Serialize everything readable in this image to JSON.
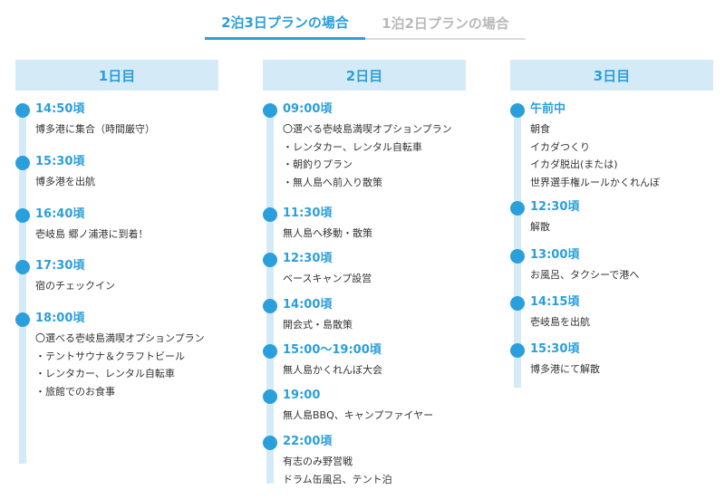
{
  "tabs": [
    {
      "label": "2泊3日プランの場合",
      "active": true
    },
    {
      "label": "1泊2日プランの場合",
      "active": false
    }
  ],
  "colors": {
    "accent": "#2b9fdb",
    "header_bg": "#d4ebf7",
    "inactive_tab": "#b9b9b9"
  },
  "days": [
    {
      "header": "1日目",
      "events": [
        {
          "time": "14:50頃",
          "lines": [
            "博多港に集合（時間厳守）"
          ]
        },
        {
          "time": "15:30頃",
          "lines": [
            "博多港を出航"
          ]
        },
        {
          "time": "16:40頃",
          "lines": [
            "壱岐島 郷ノ浦港に到着！"
          ]
        },
        {
          "time": "17:30頃",
          "lines": [
            "宿のチェックイン"
          ]
        },
        {
          "time": "18:00頃",
          "lines": [
            "〇選べる壱岐島満喫オプションプラン",
            "・テントサウナ＆クラフトビール",
            "・レンタカー、レンタル自転車",
            "・旅館でのお食事"
          ]
        }
      ]
    },
    {
      "header": "2日目",
      "events": [
        {
          "time": "09:00頃",
          "lines": [
            "〇選べる壱岐島満喫オプションプラン",
            "・レンタカー、レンタル自転車",
            "・朝釣りプラン",
            "・無人島へ前入り散策"
          ]
        },
        {
          "time": "11:30頃",
          "lines": [
            "無人島へ移動・散策"
          ]
        },
        {
          "time": "12:30頃",
          "lines": [
            "ベースキャンプ設営"
          ]
        },
        {
          "time": "14:00頃",
          "lines": [
            "開会式・島散策"
          ]
        },
        {
          "time": "15:00〜19:00頃",
          "lines": [
            "無人島かくれんぼ大会"
          ]
        },
        {
          "time": "19:00",
          "lines": [
            "無人島BBQ、キャンプファイヤー"
          ]
        },
        {
          "time": "22:00頃",
          "lines": [
            "有志のみ野営戦",
            "ドラム缶風呂、テント泊"
          ]
        }
      ]
    },
    {
      "header": "3日目",
      "events": [
        {
          "time": "午前中",
          "lines": [
            "朝食",
            "イカダつくり",
            "イカダ脱出(または)",
            "世界選手権ルールかくれんぼ"
          ]
        },
        {
          "time": "12:30頃",
          "lines": [
            "解散"
          ]
        },
        {
          "time": "13:00頃",
          "lines": [
            "お風呂、タクシーで港へ"
          ]
        },
        {
          "time": "14:15頃",
          "lines": [
            "壱岐島を出航"
          ]
        },
        {
          "time": "15:30頃",
          "lines": [
            "博多港にて解散"
          ]
        }
      ]
    }
  ]
}
